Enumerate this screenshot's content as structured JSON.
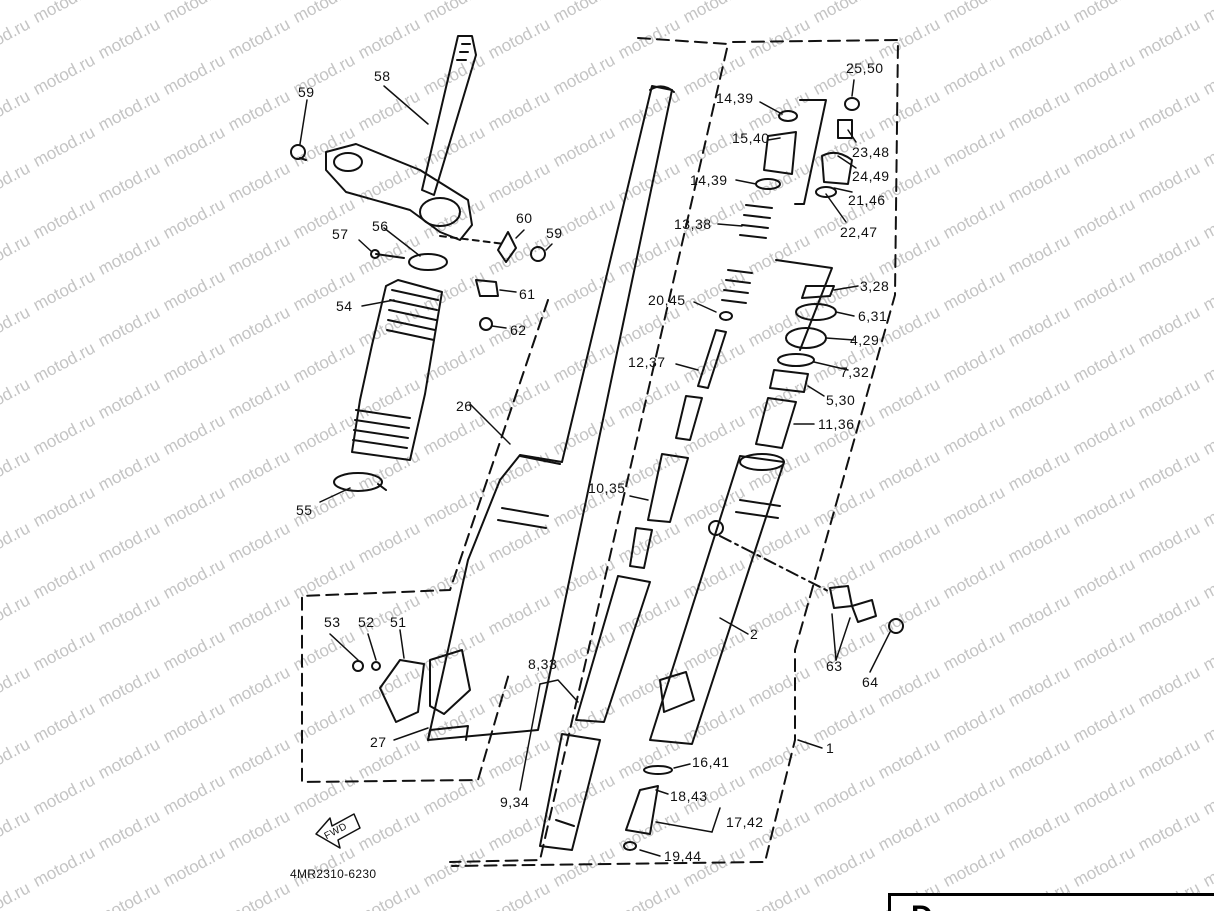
{
  "watermark": "motod.ru",
  "diagram_code": "4MR2310-6230",
  "fwd_label": "FWD",
  "corner_label": "D",
  "labels": [
    "58",
    "59",
    "60",
    "59",
    "57",
    "56",
    "61",
    "62",
    "54",
    "26",
    "55",
    "53",
    "52",
    "51",
    "27",
    "14,39",
    "15,40",
    "14,39",
    "13,38",
    "20,45",
    "12,37",
    "10,35",
    "8,33",
    "9,34",
    "25,50",
    "23,48",
    "24,49",
    "21,46",
    "22,47",
    "3,28",
    "6,31",
    "4,29",
    "7,32",
    "5,30",
    "11,36",
    "2",
    "63",
    "64",
    "1",
    "16,41",
    "18,43",
    "17,42",
    "19,44"
  ],
  "colors": {
    "ink": "#111111",
    "watermark": "#c4c4c4",
    "background": "#ffffff"
  }
}
